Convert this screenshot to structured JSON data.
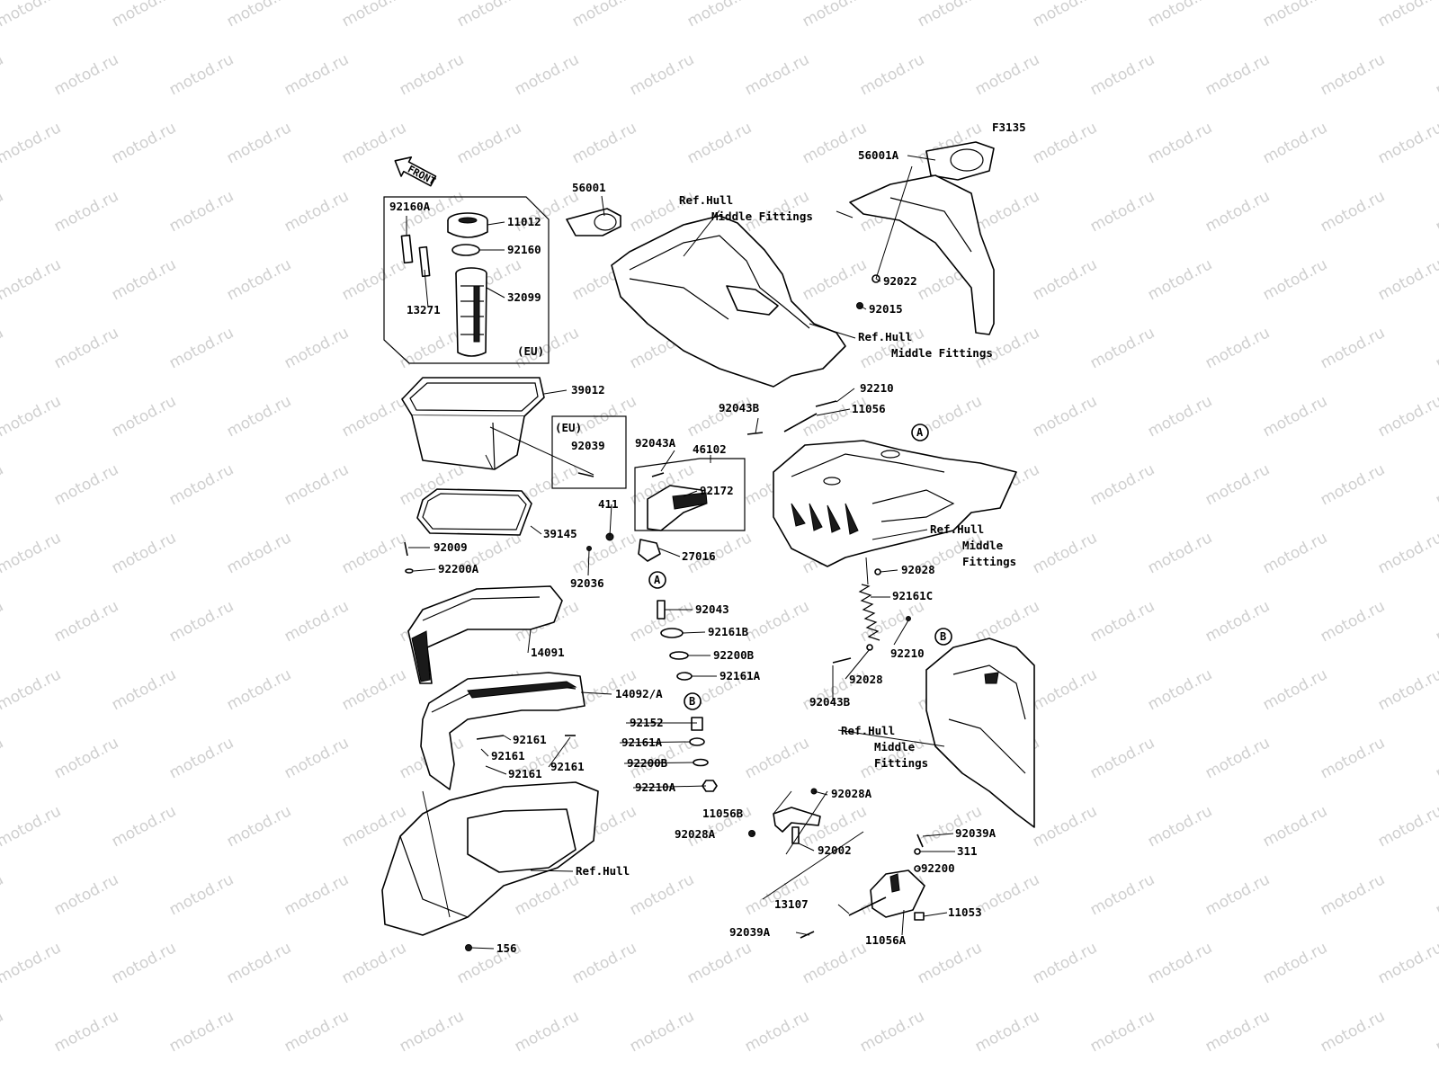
{
  "diagram": {
    "figure_code": "F3135",
    "front_arrow_label": "FRONT",
    "watermark": "motod.ru"
  },
  "callouts": {
    "p56001A": "56001A",
    "p56001": "56001",
    "ref_hull_mf_1_a": "Ref.Hull",
    "ref_hull_mf_1_b": "Middle Fittings",
    "p92022": "92022",
    "p92015": "92015",
    "ref_hull_mf_2_a": "Ref.Hull",
    "ref_hull_mf_2_b": "Middle Fittings",
    "p92160A": "92160A",
    "p11012": "11012",
    "p92160": "92160",
    "p32099": "32099",
    "p13271": "13271",
    "eu_1": "(EU)",
    "p39012": "39012",
    "eu_2": "(EU)",
    "p92039": "92039",
    "p39145": "39145",
    "p92210_top": "92210",
    "p11056": "11056",
    "p92043B_top": "92043B",
    "p92043A": "92043A",
    "p46102": "46102",
    "p92172": "92172",
    "p411": "411",
    "p27016": "27016",
    "p92036": "92036",
    "ref_hull_mf_3_a": "Ref.Hull",
    "ref_hull_mf_3_b": "Middle",
    "ref_hull_mf_3_c": "Fittings",
    "p92009": "92009",
    "p92200A": "92200A",
    "p92028_top": "92028",
    "p92161C": "92161C",
    "p92043": "92043",
    "p92161B": "92161B",
    "p92200B_1": "92200B",
    "p92161A_1": "92161A",
    "p14091": "14091",
    "p92210_mid": "92210",
    "p92028_mid": "92028",
    "p92043B_mid": "92043B",
    "p14092A": "14092/A",
    "p92152": "92152",
    "p92161A_2": "92161A",
    "p92200B_2": "92200B",
    "p92210A": "92210A",
    "p92161_1": "92161",
    "p92161_2": "92161",
    "p92161_3": "92161",
    "p92161_4": "92161",
    "ref_hull_mf_4_a": "Ref.Hull",
    "ref_hull_mf_4_b": "Middle",
    "ref_hull_mf_4_c": "Fittings",
    "p92028A_1": "92028A",
    "p11056B": "11056B",
    "p92028A_2": "92028A",
    "p92002": "92002",
    "p92039A_1": "92039A",
    "p311": "311",
    "p92200": "92200",
    "ref_hull": "Ref.Hull",
    "p13107": "13107",
    "p11053": "11053",
    "p92039A_2": "92039A",
    "p11056A": "11056A",
    "p156": "156",
    "circle_A": "A",
    "circle_A2": "A",
    "circle_B": "B",
    "circle_B2": "B"
  }
}
